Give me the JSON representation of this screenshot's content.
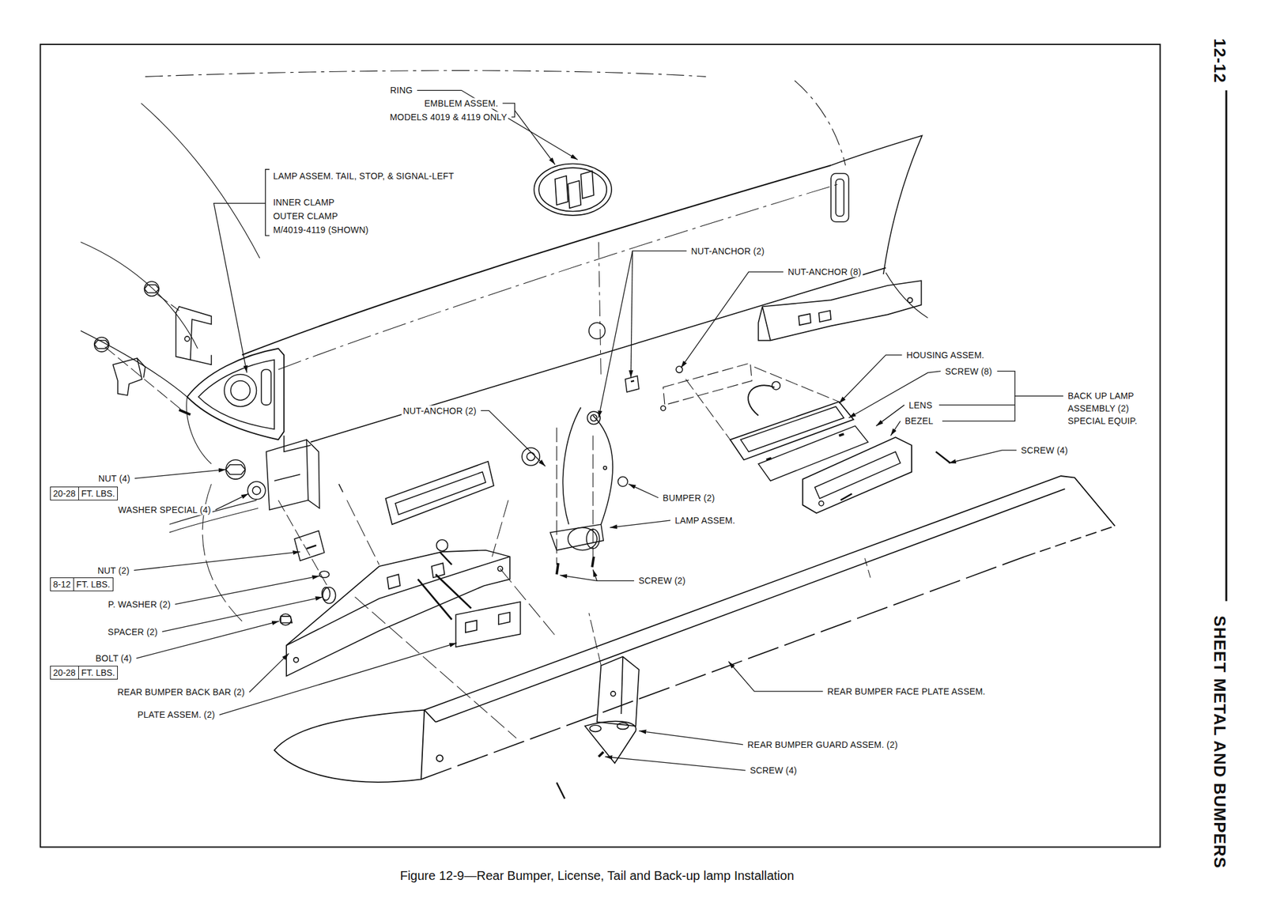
{
  "diagram": {
    "caption": "Figure 12-9—Rear Bumper, License, Tail and Back-up lamp Installation",
    "nodes": [
      {
        "text": [
          "20-28",
          "FT. LBS."
        ]
      },
      {
        "text": [
          "8-12",
          "FT. LBS."
        ]
      },
      {
        "text": [
          "20-28",
          "FT. LBS."
        ]
      }
    ],
    "labels": [
      "12-12",
      "RING",
      "EMBLEM ASSEM.",
      "MODELS 4019 & 4119 ONLY",
      "LAMP ASSEM. TAIL, STOP, & SIGNAL-LEFT",
      "INNER CLAMP",
      "OUTER CLAMP",
      "M/4019-4119 (SHOWN)",
      "NUT-ANCHOR (2)",
      "NUT-ANCHOR (8)",
      "HOUSING ASSEM.",
      "SCREW (8)",
      "LENS",
      "BEZEL",
      "BACK UP LAMP",
      "ASSEMBLY (2)",
      "SPECIAL EQUIP.",
      "NUT-ANCHOR (2)",
      "SCREW (4)",
      "NUT (4)",
      "WASHER SPECIAL (4)",
      "BUMPER (2)",
      "LAMP ASSEM.",
      "NUT (2)",
      "P. WASHER (2)",
      "SPACER (2)",
      "BOLT (4)",
      "SCREW (2)",
      "REAR BUMPER BACK BAR (2)",
      "PLATE ASSEM. (2)",
      "REAR BUMPER FACE PLATE ASSEM.",
      "REAR BUMPER GUARD ASSEM. (2)",
      "SCREW (4)",
      "SHEET METAL AND BUMPERS"
    ]
  }
}
